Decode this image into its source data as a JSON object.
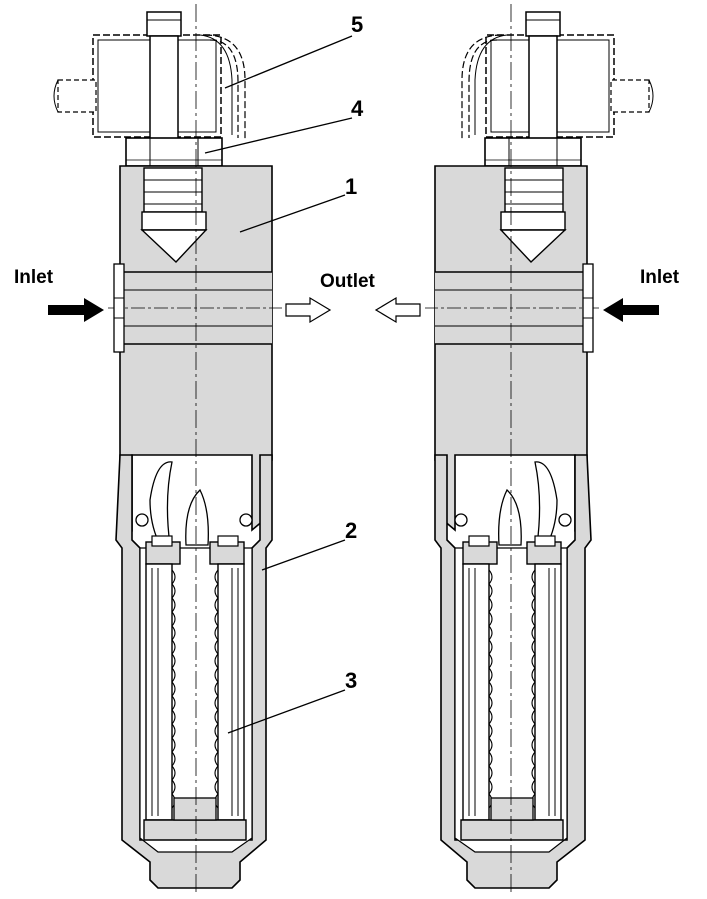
{
  "labels": {
    "inlet_left": "Inlet",
    "outlet": "Outlet",
    "inlet_right": "Inlet"
  },
  "callouts": [
    "5",
    "4",
    "1",
    "2",
    "3"
  ],
  "colors": {
    "body_fill": "#d9d9d9",
    "line": "#000000",
    "white": "#ffffff"
  }
}
